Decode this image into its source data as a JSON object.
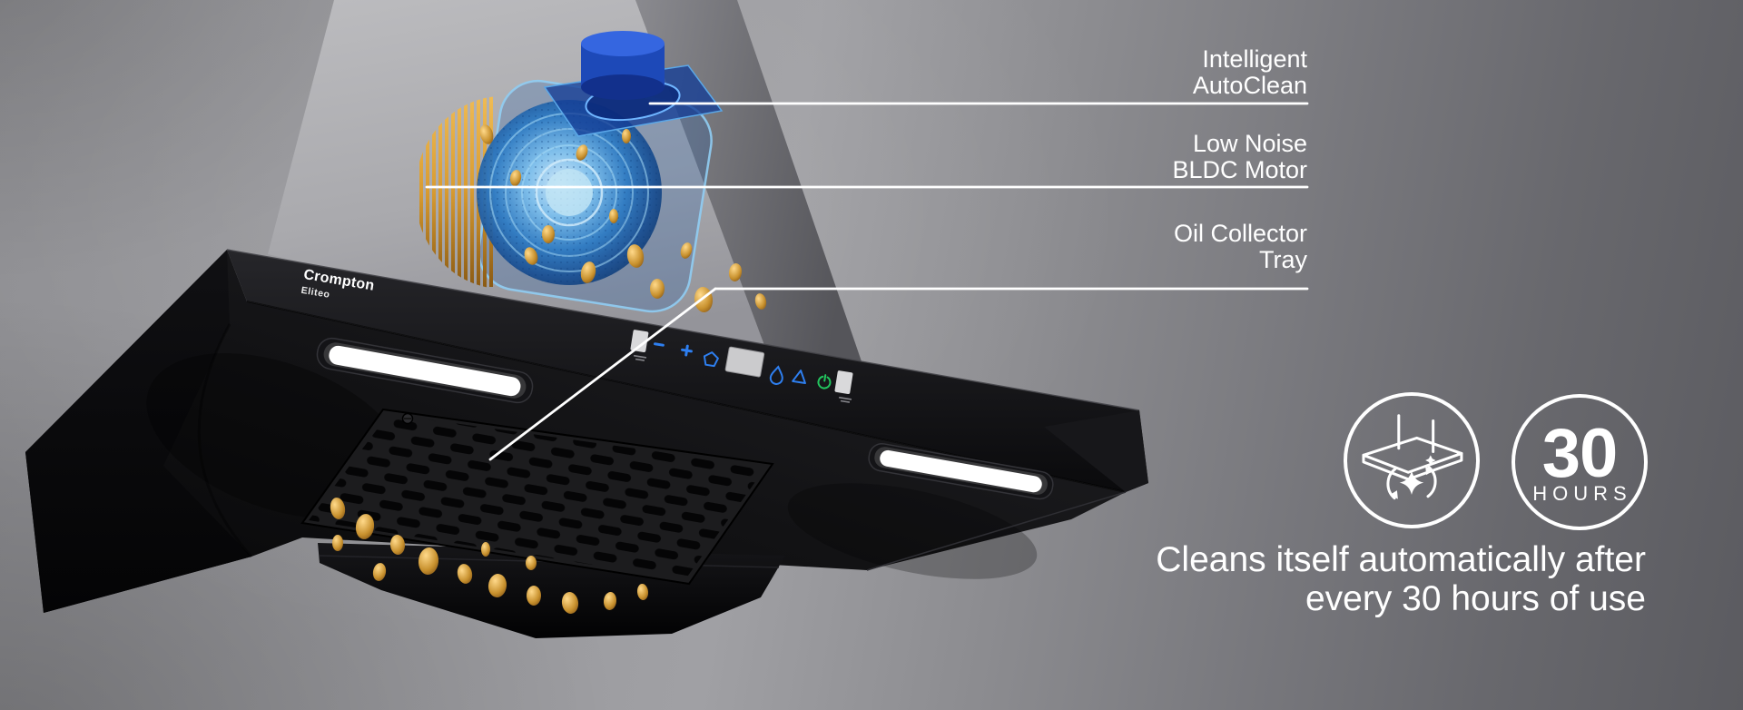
{
  "brand": {
    "name": "Crompton",
    "model": "Eliteo"
  },
  "callouts": [
    {
      "id": "intelligent-autoclean",
      "line1": "Intelligent",
      "line2": "AutoClean"
    },
    {
      "id": "low-noise-bldc-motor",
      "line1": "Low Noise",
      "line2": "BLDC Motor"
    },
    {
      "id": "oil-collector-tray",
      "line1": "Oil Collector",
      "line2": "Tray"
    }
  ],
  "badges": {
    "autoclean_icon": "chimney-autoclean-icon",
    "hours": {
      "value": "30",
      "unit": "HOURS"
    }
  },
  "caption": {
    "line1": "Cleans itself automatically after",
    "line2": "every 30 hours of use"
  },
  "colors": {
    "accent_blue": "#2e7ff0",
    "accent_green": "#22c55e",
    "oil_gold": "#c8912e",
    "motor_blue": "#2f7cc4",
    "hood_black": "#0d0d0f",
    "duct_gray": "#aeaeb2",
    "text": "#ffffff"
  }
}
